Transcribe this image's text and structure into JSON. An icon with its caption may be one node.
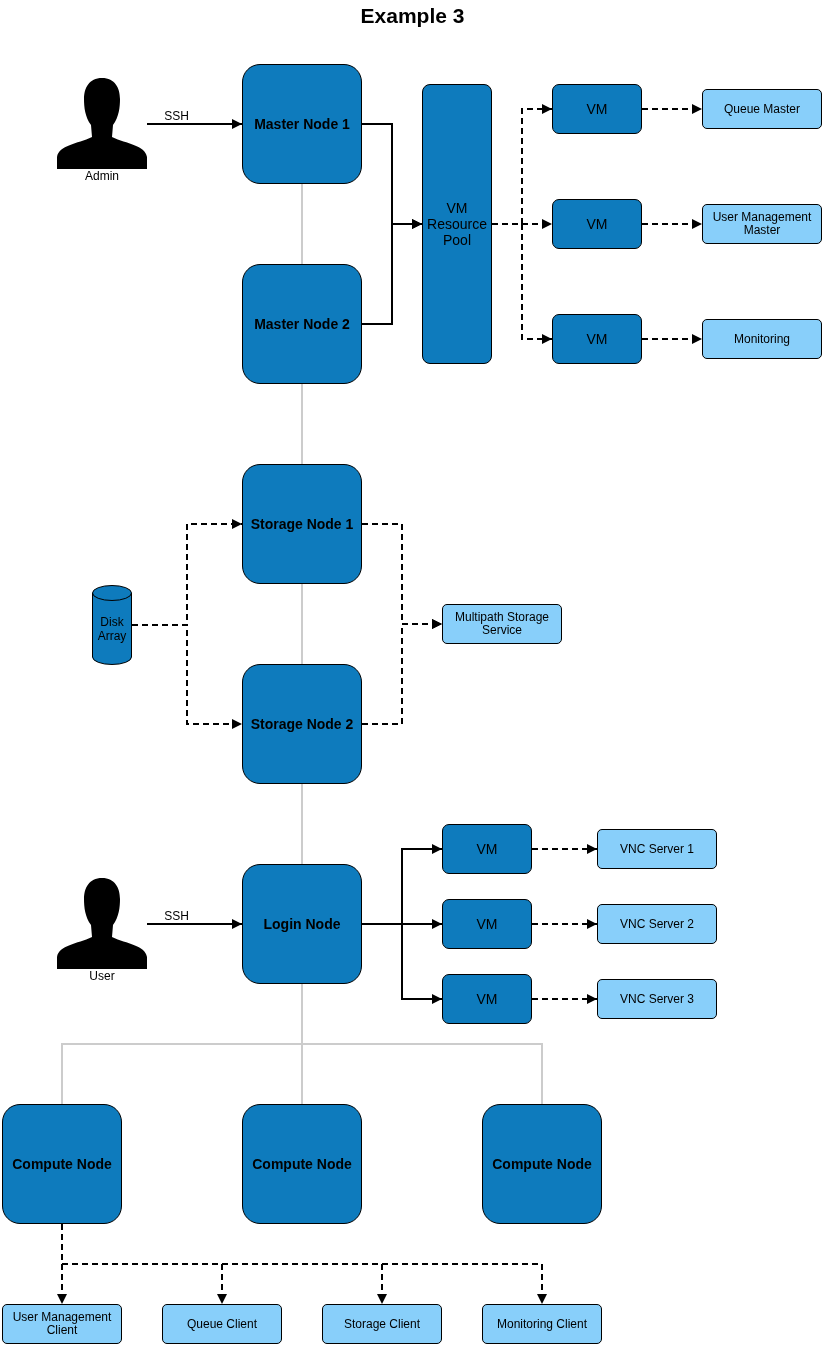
{
  "diagram": {
    "title": "Example 3",
    "nodes": [
      {
        "text": [
          "Admin"
        ]
      },
      {
        "text": [
          "Master Node 1"
        ]
      },
      {
        "text": [
          "Master Node 2"
        ]
      },
      {
        "text": [
          "VM Resource Pool"
        ]
      },
      {
        "text": [
          "VM"
        ]
      },
      {
        "text": [
          "Queue Master"
        ]
      },
      {
        "text": [
          "VM"
        ]
      },
      {
        "text": [
          "User Management Master"
        ]
      },
      {
        "text": [
          "VM"
        ]
      },
      {
        "text": [
          "Monitoring"
        ]
      },
      {
        "text": [
          "Storage Node 1"
        ]
      },
      {
        "text": [
          "Storage Node 2"
        ]
      },
      {
        "text": [
          "Disk Array"
        ]
      },
      {
        "text": [
          "Multipath Storage Service"
        ]
      },
      {
        "text": [
          "User"
        ]
      },
      {
        "text": [
          "Login Node"
        ]
      },
      {
        "text": [
          "VM"
        ]
      },
      {
        "text": [
          "VNC Server 1"
        ]
      },
      {
        "text": [
          "VM"
        ]
      },
      {
        "text": [
          "VNC Server 2"
        ]
      },
      {
        "text": [
          "VM"
        ]
      },
      {
        "text": [
          "VNC Server 3"
        ]
      },
      {
        "text": [
          "Compute Node"
        ]
      },
      {
        "text": [
          "Compute Node"
        ]
      },
      {
        "text": [
          "Compute Node"
        ]
      },
      {
        "text": [
          "User Management Client"
        ]
      },
      {
        "text": [
          "Queue Client"
        ]
      },
      {
        "text": [
          "Storage Client"
        ]
      },
      {
        "text": [
          "Monitoring Client"
        ]
      }
    ],
    "edges": [
      {
        "from": 0,
        "to": 1,
        "arrow": "to",
        "label": "SSH"
      },
      {
        "from": 1,
        "to": 3,
        "arrow": "to"
      },
      {
        "from": 2,
        "to": 3,
        "arrow": "to"
      },
      {
        "from": 3,
        "to": 4,
        "arrow": "to",
        "style": "dashed"
      },
      {
        "from": 3,
        "to": 6,
        "arrow": "to",
        "style": "dashed"
      },
      {
        "from": 3,
        "to": 8,
        "arrow": "to",
        "style": "dashed"
      },
      {
        "from": 4,
        "to": 5,
        "arrow": "to",
        "style": "dashed"
      },
      {
        "from": 6,
        "to": 7,
        "arrow": "to",
        "style": "dashed"
      },
      {
        "from": 8,
        "to": 9,
        "arrow": "to",
        "style": "dashed"
      },
      {
        "from": 1,
        "to": 2,
        "arrow": "none",
        "color": "#cccccc"
      },
      {
        "from": 2,
        "to": 10,
        "arrow": "none",
        "color": "#cccccc"
      },
      {
        "from": 12,
        "to": 10,
        "arrow": "to",
        "style": "dashed"
      },
      {
        "from": 12,
        "to": 11,
        "arrow": "to",
        "style": "dashed"
      },
      {
        "from": 10,
        "to": 13,
        "arrow": "to",
        "style": "dashed"
      },
      {
        "from": 11,
        "to": 13,
        "arrow": "to",
        "style": "dashed"
      },
      {
        "from": 10,
        "to": 11,
        "arrow": "none",
        "color": "#cccccc"
      },
      {
        "from": 11,
        "to": 15,
        "arrow": "none",
        "color": "#cccccc"
      },
      {
        "from": 14,
        "to": 15,
        "arrow": "to",
        "label": "SSH"
      },
      {
        "from": 15,
        "to": 16,
        "arrow": "to"
      },
      {
        "from": 15,
        "to": 18,
        "arrow": "to"
      },
      {
        "from": 15,
        "to": 20,
        "arrow": "to"
      },
      {
        "from": 16,
        "to": 17,
        "arrow": "to",
        "style": "dashed"
      },
      {
        "from": 18,
        "to": 19,
        "arrow": "to",
        "style": "dashed"
      },
      {
        "from": 20,
        "to": 21,
        "arrow": "to",
        "style": "dashed"
      },
      {
        "from": 15,
        "to": 22,
        "arrow": "none",
        "color": "#cccccc"
      },
      {
        "from": 15,
        "to": 23,
        "arrow": "none",
        "color": "#cccccc"
      },
      {
        "from": 15,
        "to": 24,
        "arrow": "none",
        "color": "#cccccc"
      },
      {
        "from": 22,
        "to": 25,
        "arrow": "to",
        "style": "dashed"
      },
      {
        "from": 22,
        "to": 26,
        "arrow": "to",
        "style": "dashed"
      },
      {
        "from": 22,
        "to": 27,
        "arrow": "to",
        "style": "dashed"
      },
      {
        "from": 22,
        "to": 28,
        "arrow": "to",
        "style": "dashed"
      }
    ]
  }
}
